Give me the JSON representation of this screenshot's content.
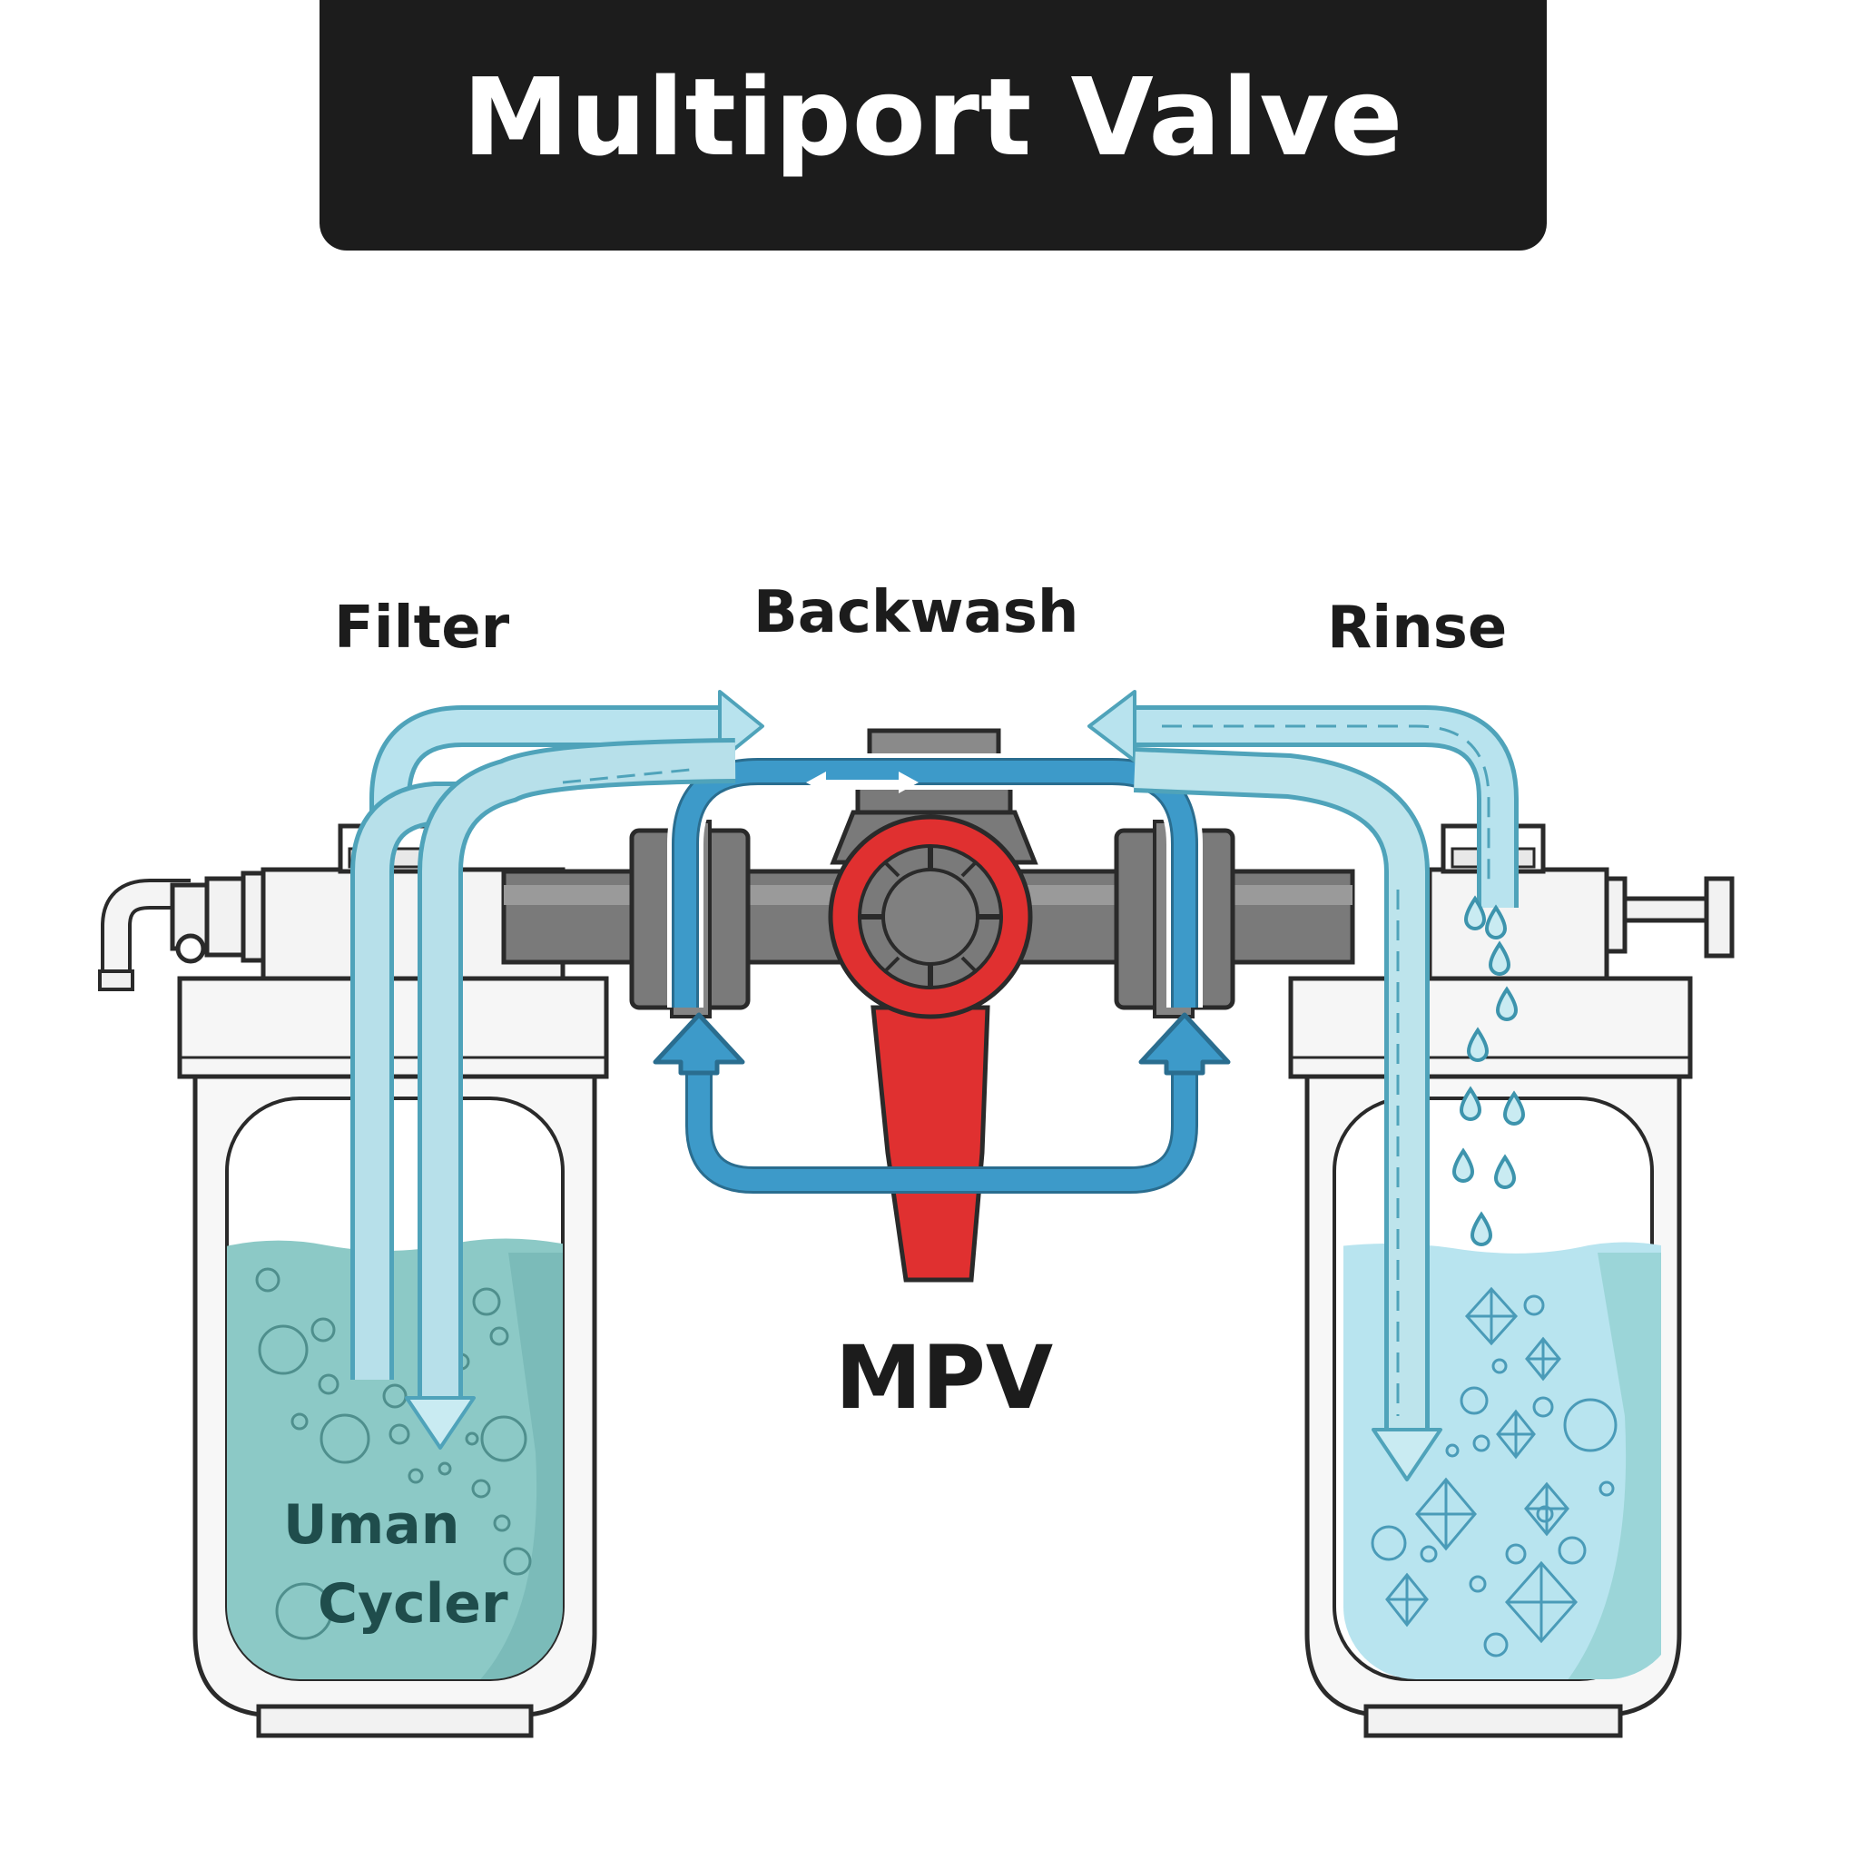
{
  "title": "Multiport Valve",
  "modes": {
    "filter": "Filter",
    "backwash": "Backwash",
    "rinse": "Rinse"
  },
  "valve_label": "MPV",
  "left_tank": {
    "label_line1": "Uman",
    "label_line2": "Cycler"
  },
  "colors": {
    "title_bg": "#1c1c1c",
    "valve_body": "#7a7a7a",
    "valve_handle": "#e03030",
    "flow_blue": "#3d9ac9",
    "light_flow": "#b8e3ee",
    "left_water": "#8cc9c6",
    "right_water": "#b8e4ef"
  }
}
